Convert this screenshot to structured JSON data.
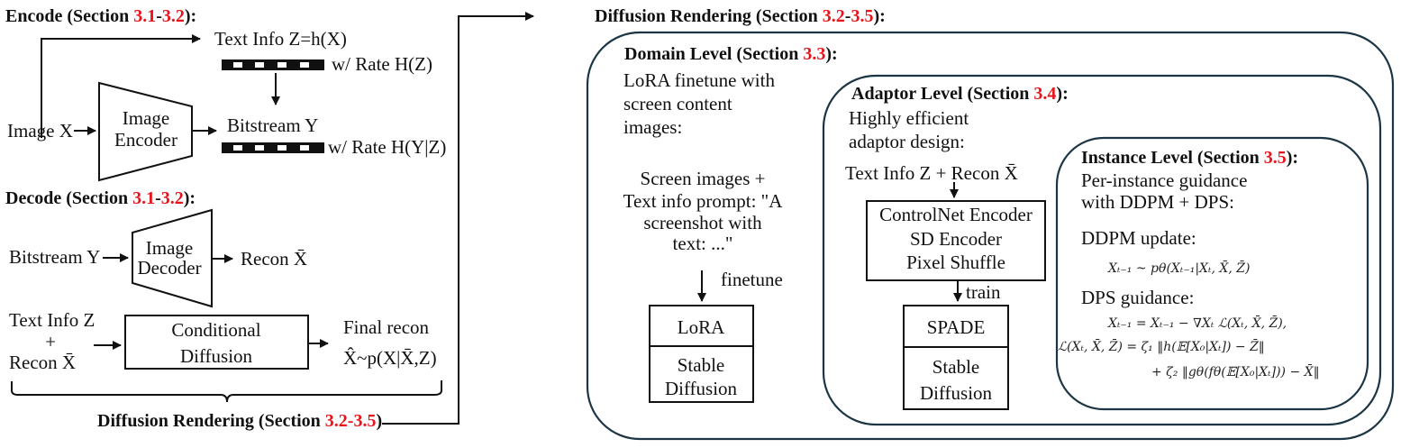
{
  "encode": {
    "heading_prefix": "Encode (Section ",
    "heading_sec1": "3.1",
    "heading_dash": "-",
    "heading_sec2": "3.2",
    "heading_suffix": "):",
    "text_info": "Text Info Z=h(X)",
    "rate_z": "w/ Rate H(Z)",
    "image_x": "Image X",
    "encoder_line1": "Image",
    "encoder_line2": "Encoder",
    "bitstream": "Bitstream Y",
    "rate_yz": "w/ Rate H(Y|Z)"
  },
  "decode": {
    "heading_prefix": "Decode (Section ",
    "heading_sec1": "3.1",
    "heading_dash": "-",
    "heading_sec2": "3.2",
    "heading_suffix": "):",
    "bitstream": "Bitstream Y",
    "decoder_line1": "Image",
    "decoder_line2": "Decoder",
    "recon": "Recon X̄",
    "text_info": "Text Info Z",
    "plus": "+",
    "recon2": "Recon X̄",
    "cond_line1": "Conditional",
    "cond_line2": "Diffusion",
    "final_line1": "Final recon",
    "final_line2": "X̂~p(X|X̄,Z)",
    "brace_label_prefix": "Diffusion Rendering (Section ",
    "brace_label_sec": "3.2-3.5",
    "brace_label_suffix": ")"
  },
  "rendering": {
    "heading_prefix": "Diffusion Rendering (Section ",
    "heading_sec1": "3.2",
    "heading_dash": "-",
    "heading_sec2": "3.5",
    "heading_suffix": "):",
    "domain": {
      "title_prefix": "Domain Level (Section ",
      "title_sec": "3.3",
      "title_suffix": "):",
      "desc": [
        "LoRA finetune with",
        "screen content",
        "images:"
      ],
      "prompt": [
        "Screen images +",
        "Text info prompt: \"A",
        "screenshot with",
        "text: ...\""
      ],
      "arrow_label": "finetune",
      "box_top": "LoRA",
      "box_bottom": [
        "Stable",
        "Diffusion"
      ]
    },
    "adaptor": {
      "title_prefix": "Adaptor Level (Section ",
      "title_sec": "3.4",
      "title_suffix": "):",
      "desc": [
        "Highly efficient",
        "adaptor design:"
      ],
      "input": "Text Info Z + Recon X̄",
      "encoder_box": [
        "ControlNet Encoder",
        "SD Encoder",
        "Pixel Shuffle"
      ],
      "arrow_label": "train",
      "box_top": "SPADE",
      "box_bottom": [
        "Stable",
        "Diffusion"
      ]
    },
    "instance": {
      "title_prefix": "Instance Level (Section ",
      "title_sec": "3.5",
      "title_suffix": "):",
      "desc": [
        "Per-instance guidance",
        "with DDPM + DPS:"
      ],
      "ddpm_label": "DDPM update:",
      "ddpm_eq": "Xₜ₋₁ ~ pθ(Xₜ₋₁|Xₜ, X̄, Z̄)",
      "dps_label": "DPS guidance:",
      "dps_eq1": "Xₜ₋₁ = Xₜ₋₁ − ∇Xₜ ℒ(Xₜ, X̄, Z̄),",
      "dps_eq2": "ℒ(Xₜ, X̄, Z̄) = ζ₁ ‖h(𝔼[X₀|Xₜ]) − Z̄‖",
      "dps_eq3": "+ ζ₂ ‖gθ(fθ(𝔼[X₀|Xₜ])) − X̄‖"
    }
  },
  "colors": {
    "accent_red": "#e8141b",
    "box_border": "#1c3544",
    "text": "#111111"
  }
}
